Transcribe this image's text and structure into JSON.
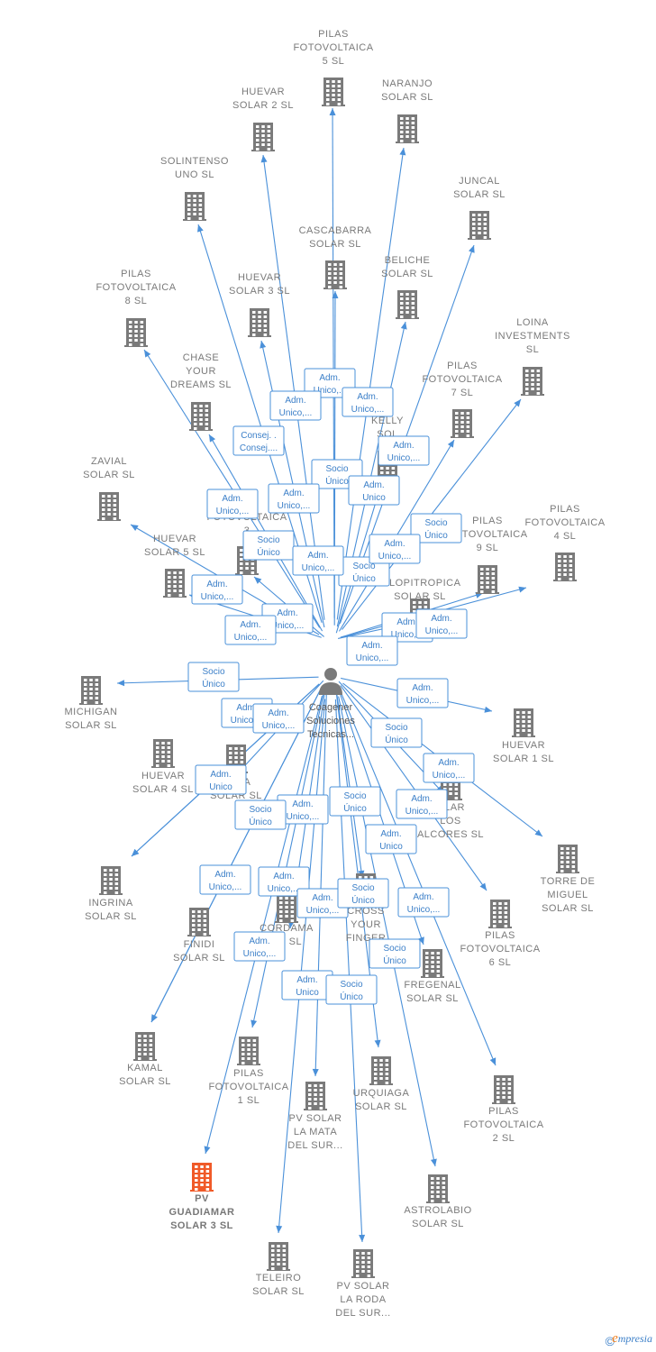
{
  "center": {
    "lines": [
      "Coagener",
      "Soluciones",
      "Tecnicas..."
    ],
    "color": "#7a7a7a"
  },
  "colors": {
    "edge": "#4a90d9",
    "building": "#7a7a7a",
    "highlight": "#f05a28",
    "badge_text": "#3b7fc8"
  },
  "nodes": [
    {
      "lines": [
        "PILAS",
        "FOTOVOLTAICA",
        "5 SL"
      ]
    },
    {
      "lines": [
        "HUEVAR",
        "SOLAR 2 SL"
      ]
    },
    {
      "lines": [
        "NARANJO",
        "SOLAR SL"
      ]
    },
    {
      "lines": [
        "SOLINTENSO",
        "UNO SL"
      ]
    },
    {
      "lines": [
        "JUNCAL",
        "SOLAR SL"
      ]
    },
    {
      "lines": [
        "CASCABARRA",
        "SOLAR SL"
      ]
    },
    {
      "lines": [
        "BELICHE",
        "SOLAR SL"
      ]
    },
    {
      "lines": [
        "HUEVAR",
        "SOLAR 3 SL"
      ]
    },
    {
      "lines": [
        "PILAS",
        "FOTOVOLTAICA",
        "8 SL"
      ]
    },
    {
      "lines": [
        "LOINA",
        "INVESTMENTS",
        "SL"
      ]
    },
    {
      "lines": [
        "CHASE",
        "YOUR",
        "DREAMS SL"
      ]
    },
    {
      "lines": [
        "PILAS",
        "FOTOVOLTAICA",
        "7 SL"
      ]
    },
    {
      "lines": [
        "KELLY",
        "SOL"
      ]
    },
    {
      "lines": [
        "ZAVIAL",
        "SOLAR SL"
      ]
    },
    {
      "lines": [
        "S",
        "FOTOVOLTAICA",
        "3"
      ]
    },
    {
      "lines": [
        "PILAS",
        "FOTOVOLTAICA",
        "9 SL"
      ]
    },
    {
      "lines": [
        "PILAS",
        "FOTOVOLTAICA",
        "4 SL"
      ]
    },
    {
      "lines": [
        "HUEVAR",
        "SOLAR 5 SL"
      ]
    },
    {
      "lines": [
        "PILOPITROPICA",
        "SOLAR SL"
      ]
    },
    {
      "lines": [
        "MICHIGAN",
        "SOLAR SL"
      ]
    },
    {
      "lines": [
        "HUEVAR",
        "SOLAR 1 SL"
      ]
    },
    {
      "lines": [
        "HUEVAR",
        "SOLAR 4 SL"
      ]
    },
    {
      "lines": [
        "ERNA",
        "SOLAR SL"
      ]
    },
    {
      "lines": [
        "OLAR",
        "LOS",
        "ALCORES SL"
      ]
    },
    {
      "lines": [
        "TORRE DE",
        "MIGUEL",
        "SOLAR SL"
      ]
    },
    {
      "lines": [
        "INGRINA",
        "SOLAR SL"
      ]
    },
    {
      "lines": [
        "FINIDI",
        "SOLAR SL"
      ]
    },
    {
      "lines": [
        "CORDAMA",
        "AR SL"
      ]
    },
    {
      "lines": [
        "CROSS",
        "YOUR",
        "FINGER"
      ]
    },
    {
      "lines": [
        "PILAS",
        "FOTOVOLTAICA",
        "6 SL"
      ]
    },
    {
      "lines": [
        "FREGENAL",
        "SOLAR SL"
      ]
    },
    {
      "lines": [
        "KAMAL",
        "SOLAR SL"
      ]
    },
    {
      "lines": [
        "PILAS",
        "FOTOVOLTAICA",
        "1 SL"
      ]
    },
    {
      "lines": [
        "URQUIAGA",
        "SOLAR SL"
      ]
    },
    {
      "lines": [
        "PILAS",
        "FOTOVOLTAICA",
        "2 SL"
      ]
    },
    {
      "lines": [
        "PV SOLAR",
        "LA MATA",
        "DEL SUR..."
      ]
    },
    {
      "lines": [
        "PV",
        "GUADIAMAR",
        "SOLAR 3 SL"
      ],
      "highlight": true
    },
    {
      "lines": [
        "ASTROLABIO",
        "SOLAR SL"
      ]
    },
    {
      "lines": [
        "TELEIRO",
        "SOLAR SL"
      ]
    },
    {
      "lines": [
        "PV SOLAR",
        "LA RODA",
        "DEL SUR..."
      ]
    }
  ],
  "badges": [
    [
      "Adm.",
      "Unico,..."
    ],
    [
      "Adm.",
      "Unico,..."
    ],
    [
      "Adm.",
      "Unico,..."
    ],
    [
      "Consej. .",
      "Consej...."
    ],
    [
      "Adm.",
      "Unico,..."
    ],
    [
      "Socio",
      "Único"
    ],
    [
      "Adm.",
      "Unico"
    ],
    [
      "Adm.",
      "Unico,..."
    ],
    [
      "Adm.",
      "Unico,..."
    ],
    [
      "Socio",
      "Único"
    ],
    [
      "Socio",
      "Único"
    ],
    [
      "Adm.",
      "Unico,..."
    ],
    [
      "Socio",
      "Único"
    ],
    [
      "Adm.",
      "Unico,..."
    ],
    [
      "Adm.",
      "Unico,..."
    ],
    [
      "Adm.",
      "Unico,..."
    ],
    [
      "Adm.",
      "Unico,..."
    ],
    [
      "Adm.",
      "Unico,..."
    ],
    [
      "Adm.",
      "Unico,..."
    ],
    [
      "Adm.",
      "Unico,..."
    ],
    [
      "Adm.",
      "Unico,..."
    ],
    [
      "Socio",
      "Único"
    ],
    [
      "Adm.",
      "Unico,..."
    ],
    [
      "Adm.",
      "Unico,..."
    ],
    [
      "Socio",
      "Único"
    ],
    [
      "Adm.",
      "Unico,..."
    ],
    [
      "Adm.",
      "Unico"
    ],
    [
      "Adm.",
      "Unico,..."
    ],
    [
      "Socio",
      "Único"
    ],
    [
      "Socio",
      "Único"
    ],
    [
      "Adm.",
      "Unico,..."
    ],
    [
      "Adm.",
      "Unico"
    ],
    [
      "Adm.",
      "Unico,..."
    ],
    [
      "Adm.",
      "Unico,..."
    ],
    [
      "Adm.",
      "Unico,..."
    ],
    [
      "Socio",
      "Único"
    ],
    [
      "Adm.",
      "Unico,..."
    ],
    [
      "Adm.",
      "Unico,..."
    ],
    [
      "Socio",
      "Único"
    ],
    [
      "Adm.",
      "Unico"
    ],
    [
      "Socio",
      "Único"
    ]
  ],
  "footer": {
    "copyright": "©",
    "brand_initial": "e",
    "brand_rest": "mpresia"
  }
}
